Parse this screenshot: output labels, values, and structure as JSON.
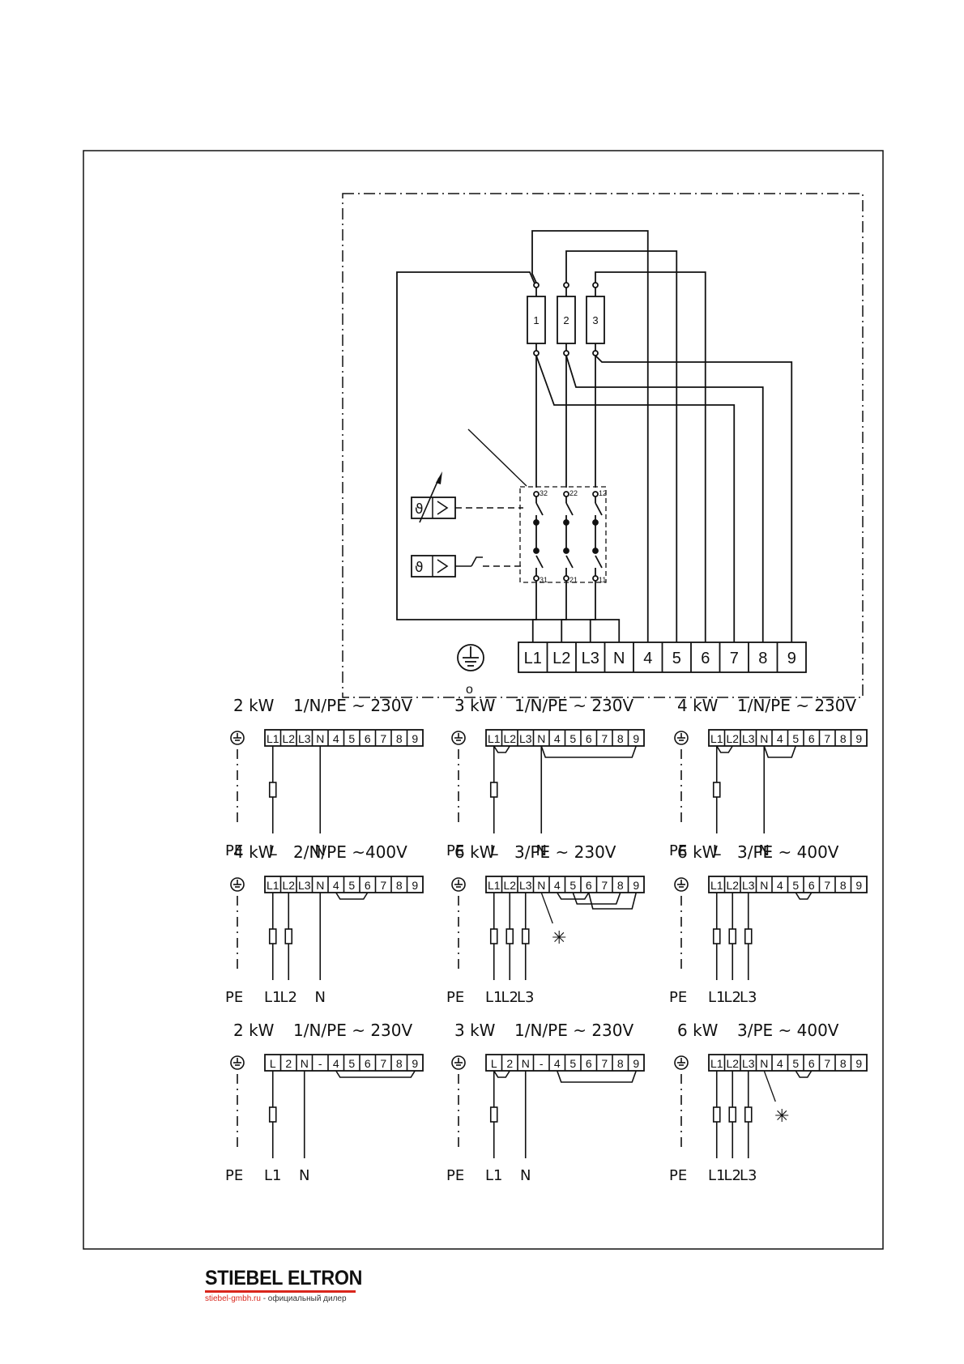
{
  "main_schematic": {
    "heater_labels": [
      "1",
      "2",
      "3"
    ],
    "switch_top_labels": [
      "32",
      "22",
      "12"
    ],
    "switch_bottom_labels": [
      "31",
      "21",
      "11"
    ],
    "terminal_labels": [
      "L1",
      "L2",
      "L3",
      "N",
      "4",
      "5",
      "6",
      "7",
      "8",
      "9"
    ],
    "below_ground_label": "o",
    "icons": [
      "ground-icon",
      "thermostat-regulator-icon",
      "safety-cutout-icon"
    ]
  },
  "wiring_variants": [
    {
      "power": "2 kW",
      "supply": "1/N/PE ~ 230V",
      "terminals": [
        "L1",
        "L2",
        "L3",
        "N",
        "4",
        "5",
        "6",
        "7",
        "8",
        "9"
      ],
      "bottom": [
        "PE",
        "L",
        "N"
      ],
      "star": false
    },
    {
      "power": "3 kW",
      "supply": "1/N/PE ~ 230V",
      "terminals": [
        "L1",
        "L2",
        "L3",
        "N",
        "4",
        "5",
        "6",
        "7",
        "8",
        "9"
      ],
      "bottom": [
        "PE",
        "L",
        "N"
      ],
      "star": false
    },
    {
      "power": "4 kW",
      "supply": "1/N/PE ~ 230V",
      "terminals": [
        "L1",
        "L2",
        "L3",
        "N",
        "4",
        "5",
        "6",
        "7",
        "8",
        "9"
      ],
      "bottom": [
        "PE",
        "L",
        "N"
      ],
      "star": false
    },
    {
      "power": "4 kW",
      "supply": "2/N/PE ~400V",
      "terminals": [
        "L1",
        "L2",
        "L3",
        "N",
        "4",
        "5",
        "6",
        "7",
        "8",
        "9"
      ],
      "bottom": [
        "PE",
        "L1",
        "L2",
        "N"
      ],
      "star": false
    },
    {
      "power": "6 kW",
      "supply": "3/PE ~ 230V",
      "terminals": [
        "L1",
        "L2",
        "L3",
        "N",
        "4",
        "5",
        "6",
        "7",
        "8",
        "9"
      ],
      "bottom": [
        "PE",
        "L1",
        "L2",
        "L3"
      ],
      "star": true
    },
    {
      "power": "6 kW",
      "supply": "3/PE ~ 400V",
      "terminals": [
        "L1",
        "L2",
        "L3",
        "N",
        "4",
        "5",
        "6",
        "7",
        "8",
        "9"
      ],
      "bottom": [
        "PE",
        "L1",
        "L2",
        "L3"
      ],
      "star": false
    },
    {
      "power": "2 kW",
      "supply": "1/N/PE ~ 230V",
      "terminals": [
        "L",
        "2",
        "N",
        "-",
        "4",
        "5",
        "6",
        "7",
        "8",
        "9"
      ],
      "bottom": [
        "PE",
        "L1",
        "N"
      ],
      "star": false
    },
    {
      "power": "3 kW",
      "supply": "1/N/PE ~ 230V",
      "terminals": [
        "L",
        "2",
        "N",
        "-",
        "4",
        "5",
        "6",
        "7",
        "8",
        "9"
      ],
      "bottom": [
        "PE",
        "L1",
        "N"
      ],
      "star": false
    },
    {
      "power": "6 kW",
      "supply": "3/PE ~ 400V",
      "terminals": [
        "L1",
        "L2",
        "L3",
        "N",
        "4",
        "5",
        "6",
        "7",
        "8",
        "9"
      ],
      "bottom": [
        "PE",
        "L1",
        "L2",
        "L3"
      ],
      "star": true
    }
  ],
  "star_symbol": "✳",
  "logo": {
    "brand": "STIEBEL ELTRON",
    "site": "stiebel-gmbh.ru",
    "tagline": " - официальный дилер",
    "brand_color": "#d9261c"
  }
}
